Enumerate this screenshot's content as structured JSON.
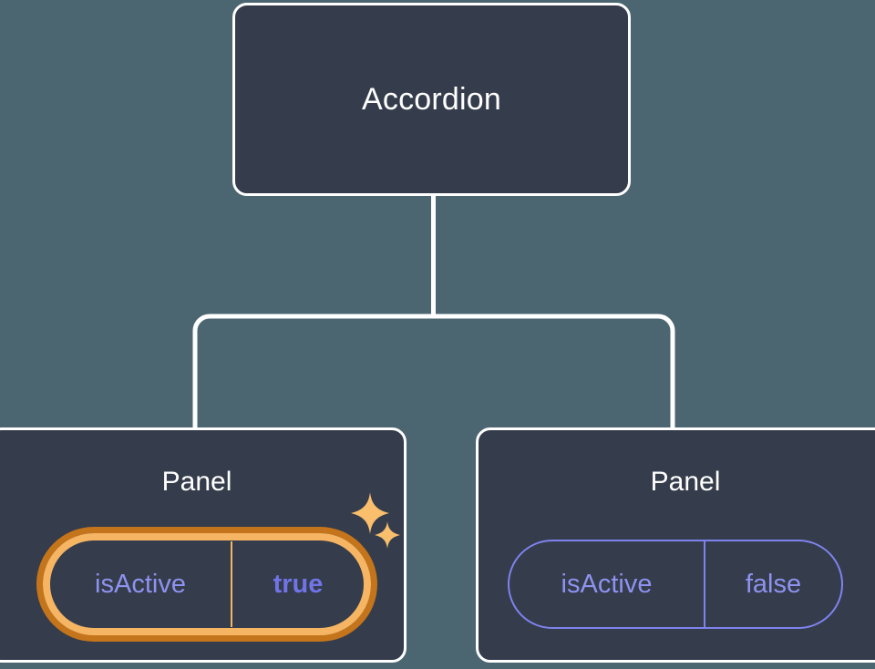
{
  "diagram": {
    "type": "component-tree",
    "background_color": "#4c6671",
    "node_fill_color": "#353c4b",
    "node_border_color": "#ffffff",
    "connector_color": "#ffffff",
    "highlight_color": "#f6b563",
    "highlight_glow_color": "#c4741b",
    "prop_text_color": "#8e92f0",
    "prop_value_active_color": "#7074e6",
    "root": {
      "title": "Accordion"
    },
    "children": [
      {
        "title": "Panel",
        "highlighted": true,
        "prop": {
          "key": "isActive",
          "value": "true"
        },
        "sparkles": [
          "sparkle-large-icon",
          "sparkle-small-icon"
        ]
      },
      {
        "title": "Panel",
        "highlighted": false,
        "prop": {
          "key": "isActive",
          "value": "false"
        }
      }
    ]
  }
}
